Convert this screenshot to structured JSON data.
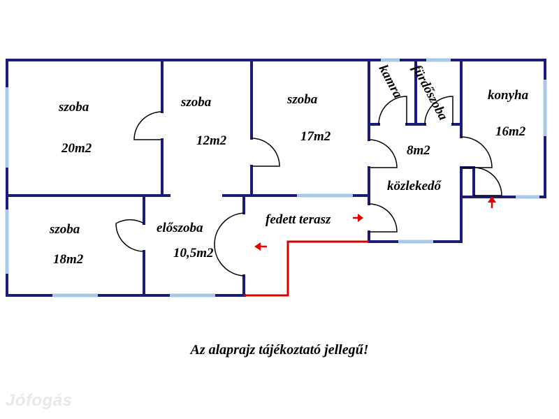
{
  "rooms": {
    "room1": {
      "name": "szoba",
      "area": "20m2"
    },
    "room2": {
      "name": "szoba",
      "area": "12m2"
    },
    "room3": {
      "name": "szoba",
      "area": "17m2"
    },
    "room4": {
      "name": "szoba",
      "area": "18m2"
    },
    "hall": {
      "name": "előszoba",
      "area": "10,5m2"
    },
    "terrace": {
      "name": "fedett terasz"
    },
    "pantry": {
      "name": "kamra"
    },
    "bathroom": {
      "name": "fürdőszoba"
    },
    "kitchen": {
      "name": "konyha",
      "area": "16m2"
    },
    "corridor": {
      "name": "közlekedő",
      "area": "8m2"
    }
  },
  "note": "Az alaprajz tájékoztató jellegű!",
  "watermark": "Jófogás",
  "colors": {
    "wall": "#1b1b7a",
    "window": "#a9c8e6",
    "door_line": "#000000",
    "terrace_line": "#d40000",
    "arrow": "#e00000"
  }
}
